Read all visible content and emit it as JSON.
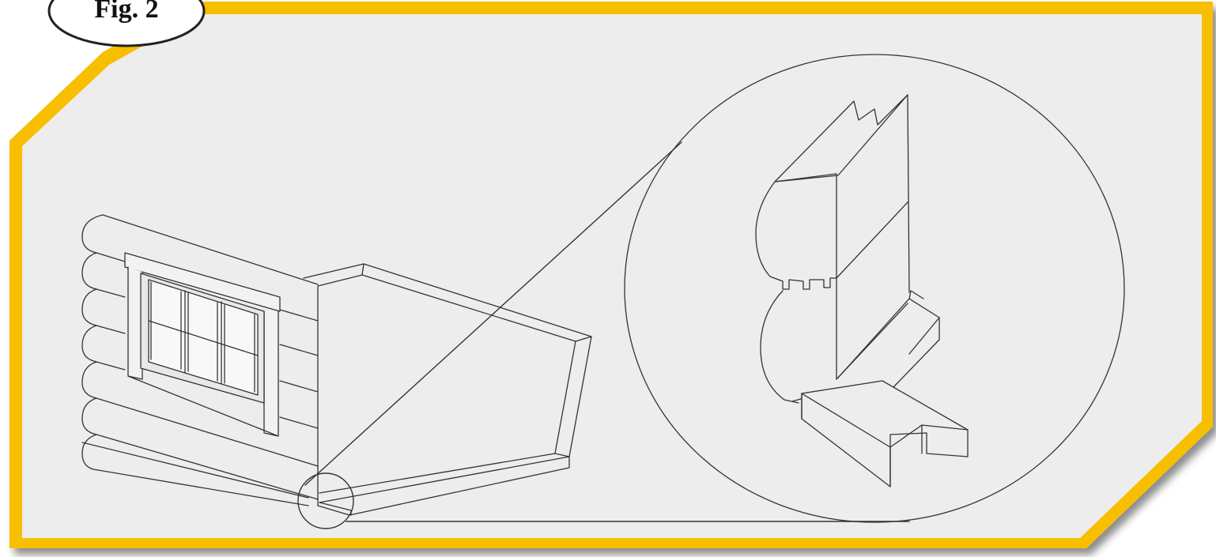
{
  "figure": {
    "label": "Fig. 2"
  },
  "colors": {
    "frame_border": "#f7bf00",
    "panel_background": "#ededed",
    "line_art": "#333333",
    "label_bubble_fill": "#ffffff",
    "label_bubble_stroke": "#222222",
    "glass": "#f8f8f8"
  },
  "parts": {
    "wall": "log-cabin-wall-with-window",
    "floor": "floor-slab-perspective",
    "detail_marker": "detail-circle",
    "detail_view": "magnified-log-joint-detail"
  }
}
